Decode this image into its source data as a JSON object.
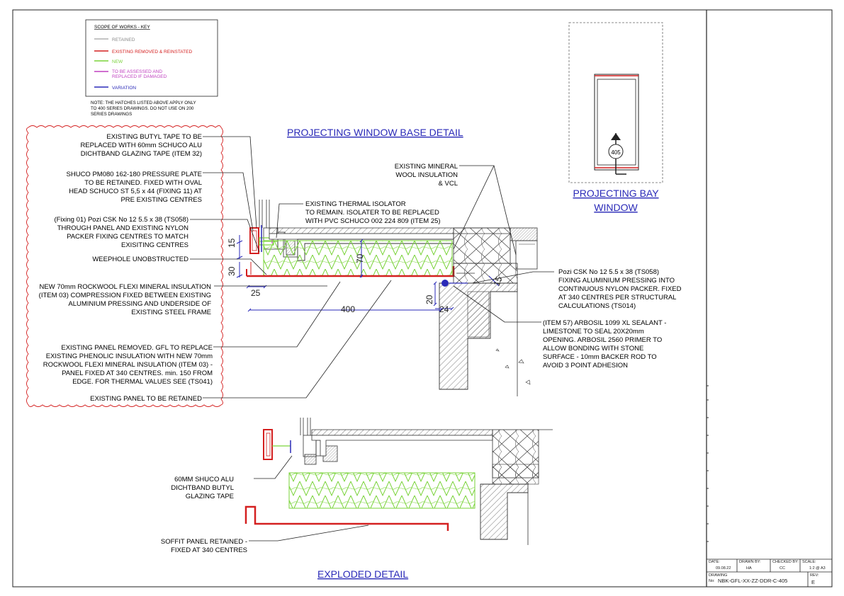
{
  "colors": {
    "line": "#222222",
    "red": "#d42020",
    "green": "#7ad33a",
    "blue": "#2a2ab8",
    "magenta": "#c040c0",
    "grey": "#888888",
    "hatch": "#666666"
  },
  "key": {
    "title": "SCOPE OF WORKS - KEY",
    "items": [
      {
        "label": "RETAINED",
        "color": "#888888"
      },
      {
        "label": "EXISTING REMOVED & REINSTATED",
        "color": "#d42020"
      },
      {
        "label": "NEW",
        "color": "#7ad33a"
      },
      {
        "label": "TO BE ASSESSED AND",
        "label2": "REPLACED IF DAMAGED",
        "color": "#c040c0"
      },
      {
        "label": "VARIATION",
        "color": "#2a2ab8"
      }
    ],
    "note": [
      "NOTE: THE HATCHES LISTED ABOVE APPLY ONLY",
      "TO 400 SERIES DRAWINGS. DO NOT USE ON 200",
      "SERIES DRAWINGS"
    ]
  },
  "titles": {
    "base_detail": "PROJECTING WINDOW BASE DETAIL",
    "bay_window_1": "PROJECTING BAY",
    "bay_window_2": "WINDOW",
    "exploded": "EXPLODED DETAIL",
    "section_marker": "405"
  },
  "left_notes": {
    "butyl": [
      "EXISTING BUTYL TAPE TO BE",
      "REPLACED WITH 60mm SCHUCO ALU",
      "DICHTBAND GLAZING TAPE (ITEM 32)"
    ],
    "pressure_plate": [
      "SHUCO PM080 162-180 PRESSURE PLATE",
      "TO BE RETAINED. FIXED WITH OVAL",
      "HEAD SCHUCO ST 5,5 x 44 (FIXING 11) AT",
      "PRE EXISTING CENTRES"
    ],
    "fixing01": [
      "(Fixing 01) Pozi CSK No 12 5.5 x 38 (TS058)",
      "THROUGH PANEL AND EXISTING NYLON",
      "PACKER FIXING CENTRES TO MATCH",
      "EXISITING CENTRES"
    ],
    "weephole": [
      "WEEPHOLE UNOBSTRUCTED"
    ],
    "rockwool": [
      "NEW 70mm ROCKWOOL FLEXI MINERAL INSULATION",
      "(ITEM 03)  COMPRESSION FIXED BETWEEN EXISTING",
      "ALUMINIUM PRESSING AND UNDERSIDE OF",
      "EXISTING STEEL FRAME"
    ],
    "panel_removed": [
      "EXISTING PANEL REMOVED. GFL TO REPLACE",
      "EXISTING PHENOLIC INSULATION WITH NEW 70mm",
      "ROCKWOOL FLEXI MINERAL INSULATION (ITEM 03) -",
      "PANEL FIXED AT 340 CENTRES.  min. 150 FROM",
      "EDGE. FOR THERMAL VALUES SEE (TS041)"
    ],
    "panel_retained": [
      "EXISTING PANEL TO BE RETAINED"
    ]
  },
  "top_notes": {
    "thermal": [
      "EXISTING THERMAL ISOLATOR",
      "TO REMAIN. ISOLATER TO BE REPLACED",
      "WITH PVC SCHUCO 002 224 809 (ITEM 25)"
    ],
    "mineral": [
      "EXISTING MINERAL",
      "WOOL INSULATION",
      "& VCL"
    ]
  },
  "right_notes": {
    "pozi": [
      "Pozi CSK No 12 5.5 x 38 (TS058)",
      "FIXING ALUMINIUM PRESSING INTO",
      "CONTINUOUS NYLON PACKER. FIXED",
      "AT 340 CENTRES PER STRUCTURAL",
      "CALCULATIONS (TS014)"
    ],
    "sealant": [
      "(ITEM 57) ARBOSIL 1099 XL SEALANT -",
      "LIMESTONE TO SEAL 20X20mm",
      "OPENING. ARBOSIL 2560 PRIMER TO",
      "ALLOW BONDING WITH STONE",
      "SURFACE - 10mm BACKER ROD TO",
      "AVOID 3 POINT ADHESION"
    ]
  },
  "exploded_notes": {
    "tape": [
      "60MM  SHUCO ALU",
      "DICHTBAND BUTYL",
      "GLAZING TAPE"
    ],
    "soffit": [
      "SOFFIT PANEL RETAINED -",
      "FIXED AT 340 CENTRES"
    ]
  },
  "dims": {
    "d15": "15",
    "d70": "70",
    "d30": "30",
    "d25": "25",
    "d400": "400",
    "d20": "20",
    "d24": "24",
    "d15b": "15"
  },
  "title_block": {
    "date_label": "DATE:",
    "date_value": "09.08.22",
    "drawn_label": "DRAWN BY:",
    "drawn_value": "HA",
    "checked_label": "CHECKED BY:",
    "checked_value": "CC",
    "scale_label": "SCALE:",
    "scale_value": "1:2 @ A3",
    "drawing_label": "DRAWING",
    "drawing_label2": "No:",
    "drawing_no": "NBK-GFL-XX-ZZ-DDR-C-405",
    "rev_label": "REV:",
    "rev_value": "E"
  }
}
